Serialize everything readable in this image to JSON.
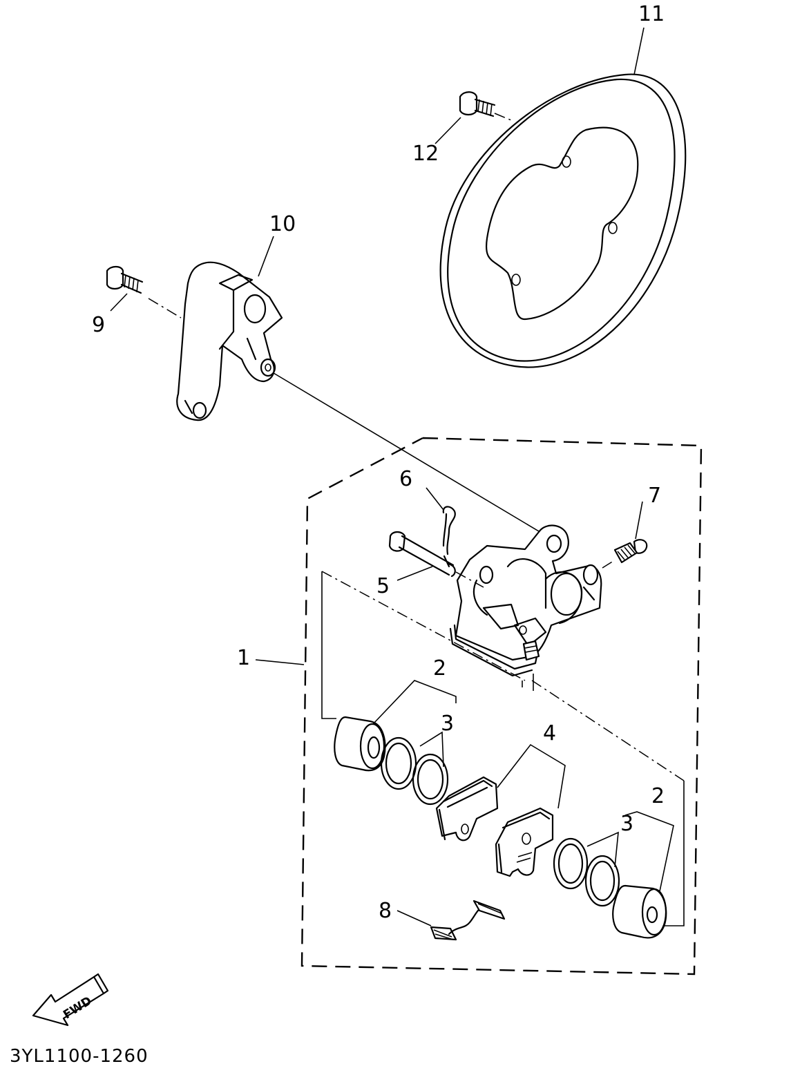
{
  "diagram": {
    "callouts": [
      {
        "id": "c1",
        "text": "1"
      },
      {
        "id": "c2a",
        "text": "2"
      },
      {
        "id": "c2b",
        "text": "2"
      },
      {
        "id": "c3a",
        "text": "3"
      },
      {
        "id": "c3b",
        "text": "3"
      },
      {
        "id": "c4",
        "text": "4"
      },
      {
        "id": "c5",
        "text": "5"
      },
      {
        "id": "c6",
        "text": "6"
      },
      {
        "id": "c7",
        "text": "7"
      },
      {
        "id": "c8",
        "text": "8"
      },
      {
        "id": "c9",
        "text": "9"
      },
      {
        "id": "c10",
        "text": "10"
      },
      {
        "id": "c11",
        "text": "11"
      },
      {
        "id": "c12",
        "text": "12"
      }
    ],
    "direction_arrow": "FWD",
    "drawing_code": "3YL1100-1260"
  }
}
